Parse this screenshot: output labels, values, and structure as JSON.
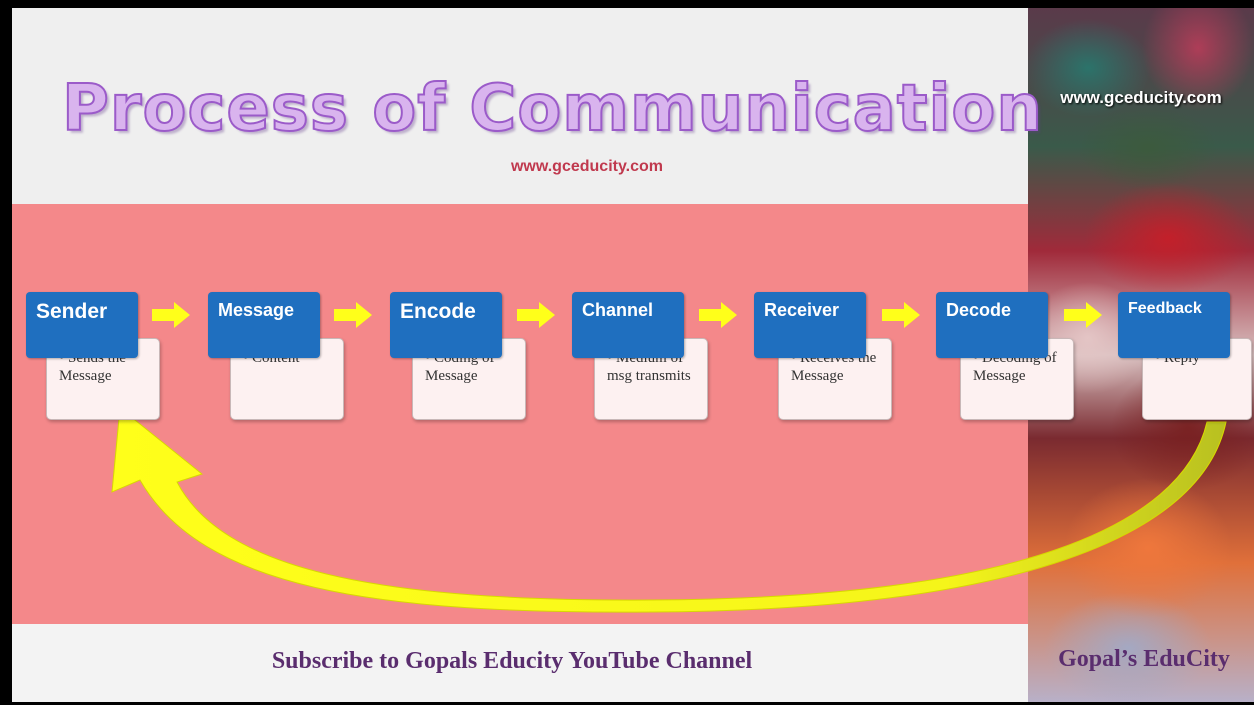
{
  "slide": {
    "title": "Process of Communication",
    "subtitle": "www.gceducity.com",
    "side_url": "www.gceducity.com",
    "side_brand": "Gopal’s EduCity",
    "subscribe": "Subscribe to Gopals Educity YouTube Channel"
  },
  "steps": [
    {
      "title": "Sender",
      "bullet": "•",
      "text": "Sends the Message"
    },
    {
      "title": "Message",
      "bullet": "•",
      "text": "Content"
    },
    {
      "title": "Encode",
      "bullet": "•",
      "text": "Coding of Message"
    },
    {
      "title": "Channel",
      "bullet": "•",
      "text": "Medium of msg transmits"
    },
    {
      "title": "Receiver",
      "bullet": "•",
      "text": "Receives the Message"
    },
    {
      "title": "Decode",
      "bullet": "•",
      "text": "Decoding of Message"
    },
    {
      "title": "Feedback",
      "bullet": "•",
      "text": "Reply"
    }
  ],
  "colors": {
    "header_blue": "#1f6fbf",
    "band_pink": "#f4888a",
    "arrow_yellow": "#ffff1a",
    "title_purple": "#d9b4ee",
    "brand_purple": "#5a2d6e"
  },
  "icons": {
    "flow_arrow": "right-arrow-icon",
    "feedback_arrow": "curved-feedback-arrow-icon"
  }
}
